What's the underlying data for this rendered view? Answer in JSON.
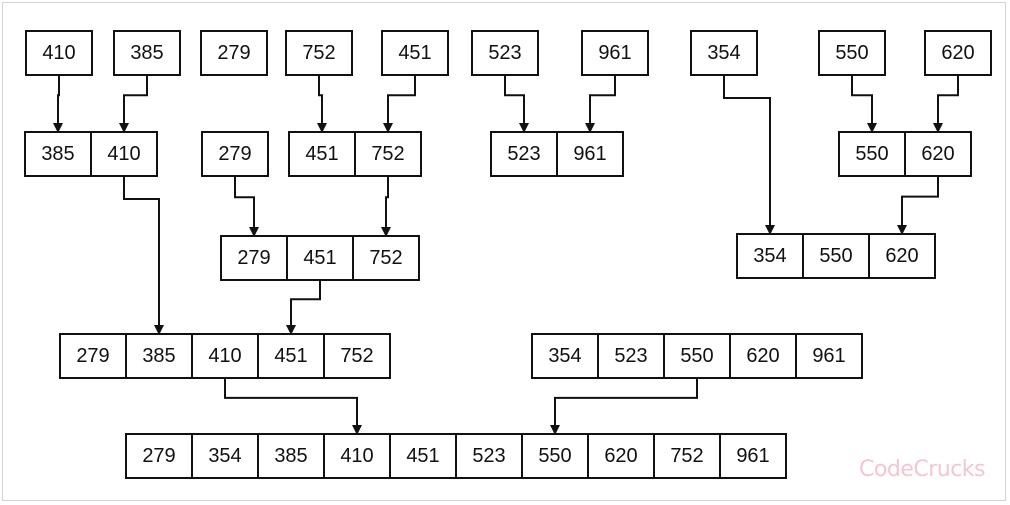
{
  "colors": {
    "line": "#111111",
    "box_fill": "#ffffff",
    "frame_border": "#d4d4d4",
    "watermark": "#f4c6cf"
  },
  "watermark": {
    "text": "CodeCrucks"
  },
  "arrays": {
    "a1": [
      "410"
    ],
    "a2": [
      "385"
    ],
    "a3": [
      "279"
    ],
    "a4": [
      "752"
    ],
    "a5": [
      "451"
    ],
    "a6": [
      "523"
    ],
    "a7": [
      "961"
    ],
    "a8": [
      "354"
    ],
    "a9": [
      "550"
    ],
    "a10": [
      "620"
    ],
    "b1": [
      "385",
      "410"
    ],
    "b2": [
      "279"
    ],
    "b3": [
      "451",
      "752"
    ],
    "b4": [
      "523",
      "961"
    ],
    "b5": [
      "550",
      "620"
    ],
    "c1": [
      "279",
      "451",
      "752"
    ],
    "c2": [
      "354",
      "550",
      "620"
    ],
    "d1": [
      "279",
      "385",
      "410",
      "451",
      "752"
    ],
    "d2": [
      "354",
      "523",
      "550",
      "620",
      "961"
    ],
    "e1": [
      "279",
      "354",
      "385",
      "410",
      "451",
      "523",
      "550",
      "620",
      "752",
      "961"
    ]
  },
  "merges": [
    {
      "from": "a1",
      "to": "b1"
    },
    {
      "from": "a2",
      "to": "b1"
    },
    {
      "from": "a4",
      "to": "b3"
    },
    {
      "from": "a5",
      "to": "b3"
    },
    {
      "from": "a6",
      "to": "b4"
    },
    {
      "from": "a7",
      "to": "b4"
    },
    {
      "from": "a9",
      "to": "b5"
    },
    {
      "from": "a10",
      "to": "b5"
    },
    {
      "from": "b2",
      "to": "c1"
    },
    {
      "from": "b3",
      "to": "c1"
    },
    {
      "from": "a8",
      "to": "c2"
    },
    {
      "from": "b5",
      "to": "c2"
    },
    {
      "from": "b1",
      "to": "d1"
    },
    {
      "from": "c1",
      "to": "d1"
    },
    {
      "from": "d1",
      "to": "e1"
    },
    {
      "from": "d2",
      "to": "e1"
    }
  ]
}
